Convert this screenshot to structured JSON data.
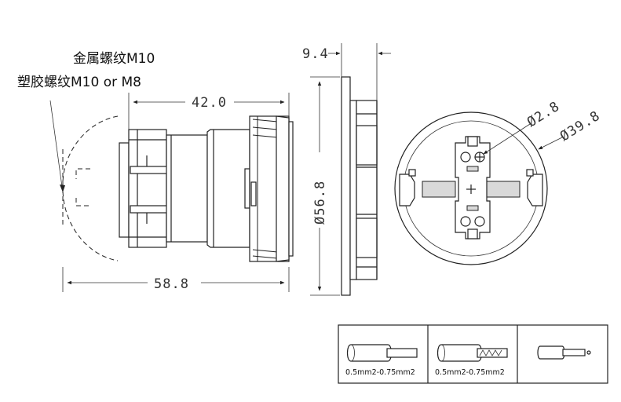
{
  "labels": {
    "thread_metal": "金属螺纹M10",
    "thread_plastic": "塑胶螺纹M10 or M8"
  },
  "dimensions": {
    "length_inner": "42.0",
    "length_total": "58.8",
    "thickness": "9.4",
    "diameter": "Ø56.8",
    "hole_diameter": "Ø2.8",
    "inner_diameter": "Ø39.8"
  },
  "wire_table": {
    "cells": [
      {
        "label": "0.5mm2-0.75mm2"
      },
      {
        "label": "0.5mm2-0.75mm2"
      },
      {
        "label": ""
      }
    ]
  }
}
